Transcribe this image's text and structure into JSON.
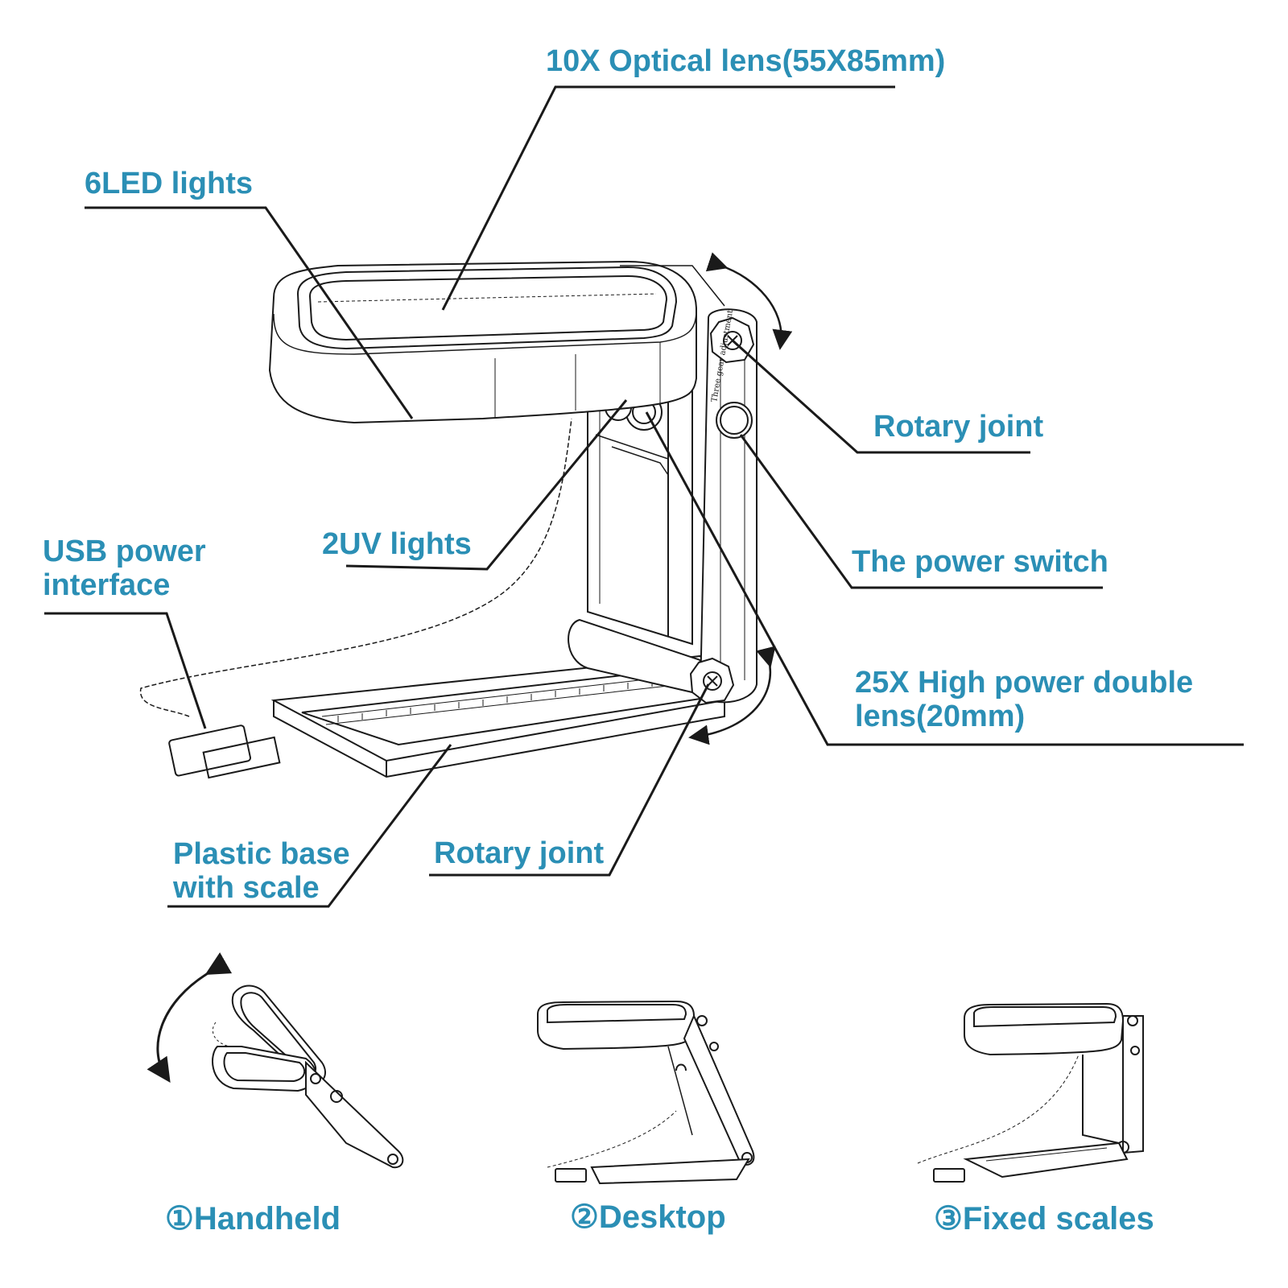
{
  "diagram": {
    "labels": {
      "optical_lens": "10X Optical lens(55X85mm)",
      "led_lights": "6LED lights",
      "rotary_joint_top": "Rotary joint",
      "power_switch": "The power switch",
      "uv_lights": "2UV lights",
      "usb_line1": "USB power",
      "usb_line2": "interface",
      "high_power_line1": "25X High power double",
      "high_power_line2": "lens(20mm)",
      "base_line1": "Plastic base",
      "base_line2": "with scale",
      "rotary_joint_bottom": "Rotary joint",
      "switch_engraving": "Three gear adjustment"
    },
    "modes": [
      {
        "label": "①Handheld"
      },
      {
        "label": "②Desktop"
      },
      {
        "label": "③Fixed scales"
      }
    ],
    "colors": {
      "label_text": "#2b8fb5",
      "line_art": "#1a1a1a",
      "background": "#ffffff"
    }
  }
}
